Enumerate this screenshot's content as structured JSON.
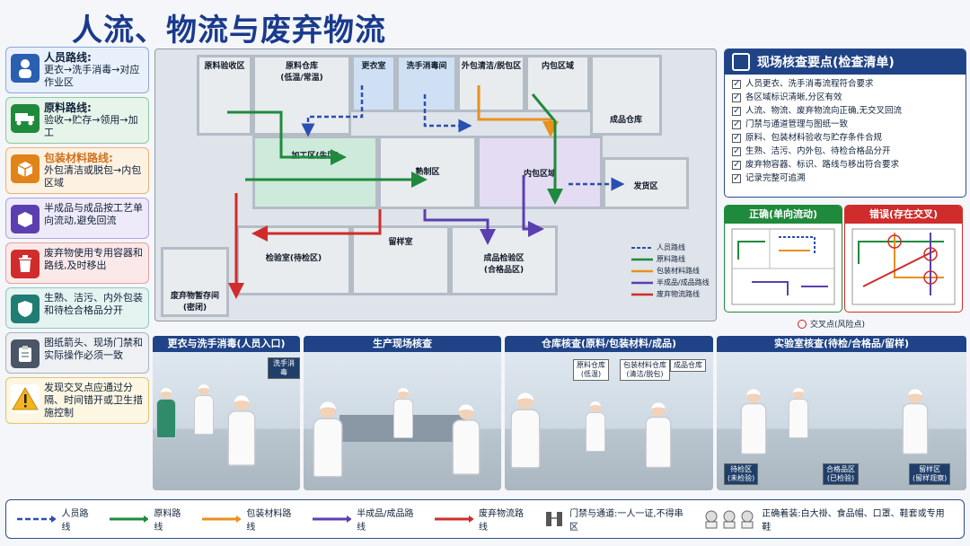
{
  "title": "人流、物流与废弃物流",
  "left_cards": [
    {
      "title": "人员路线:",
      "desc": "更衣→洗手消毒→对应作业区",
      "icon": "person-icon",
      "color": "#2b5fb0",
      "bg": "#e8f0fb"
    },
    {
      "title": "原料路线:",
      "desc": "验收→贮存→领用→加工",
      "icon": "truck-icon",
      "color": "#1f8a3c",
      "bg": "#e6f4ea"
    },
    {
      "title": "包装材料路线:",
      "desc": "外包清洁或脱包→内包区域",
      "icon": "box-icon",
      "color": "#e0841a",
      "bg": "#fdf1e2"
    },
    {
      "title": "",
      "desc": "半成品与成品按工艺单向流动,避免回流",
      "icon": "cube-icon",
      "color": "#5b3fb0",
      "bg": "#efeaf9"
    },
    {
      "title": "",
      "desc": "废弃物使用专用容器和路线,及时移出",
      "icon": "trash-icon",
      "color": "#d02c2c",
      "bg": "#fbe9e9"
    },
    {
      "title": "",
      "desc": "生熟、洁污、内外包装和待检合格品分开",
      "icon": "shield-icon",
      "color": "#1f7d74",
      "bg": "#e5f3f1"
    },
    {
      "title": "",
      "desc": "图纸箭头、现场门禁和实际操作必须一致",
      "icon": "clipboard-icon",
      "color": "#4a5566",
      "bg": "#eef0f3"
    },
    {
      "title": "",
      "desc": "发现交叉点应通过分隔、时间错开或卫生措施控制",
      "icon": "warning-icon",
      "color": "#d29a12",
      "bg": "#fdf6e2"
    }
  ],
  "plan": {
    "rooms": {
      "raw_receiving": "原料验收区",
      "raw_storage": "原料仓库\n(低温/常温)",
      "changing": "更衣室",
      "washing": "洗手消毒间",
      "outer_clean": "外包清洁/脱包区",
      "inner_pack_top": "内包区域",
      "finished_store": "成品仓库",
      "processing": "加工区(生区)",
      "cooked": "熟制区",
      "inner_pack": "内包区域",
      "shipping": "发货区",
      "inspection": "检验室(待检区)",
      "retention": "留样室",
      "qualified": "成品检验区\n(合格品区)",
      "waste_temp": "废弃物暂存间\n(密闭)"
    },
    "legend": [
      "人员路线",
      "原料路线",
      "包装材料路线",
      "半成品/成品路线",
      "废弃物流路线"
    ]
  },
  "checklist": {
    "title": "现场核查要点(检查清单)",
    "items": [
      "人员更衣、洗手消毒流程符合要求",
      "各区域标识清晰,分区有效",
      "人流、物流、废弃物流向正确,无交叉回流",
      "门禁与通道管理与图纸一致",
      "原料、包装材料验收与贮存条件合规",
      "生熟、洁污、内外包、待检合格品分开",
      "废弃物容器、标识、路线与移出符合要求",
      "记录完整可追溯"
    ]
  },
  "compare": {
    "correct": "正确(单向流动)",
    "wrong": "错误(存在交叉)",
    "cross_note": "交叉点(风险点)"
  },
  "photos": [
    {
      "title": "更衣与洗手消毒(人员入口)",
      "sign": "洗手消毒"
    },
    {
      "title": "生产现场核查"
    },
    {
      "title": "仓库核查(原料/包装材料/成品)",
      "tags": [
        "原料仓库\n(低温)",
        "包装材料仓库\n(清洁/脱包)",
        "成品仓库"
      ]
    },
    {
      "title": "实验室核查(待检/合格品/留样)",
      "tags": [
        "待检区\n(未检验)",
        "合格品区\n(已检验)",
        "留样区\n(留样观察)"
      ]
    }
  ],
  "bottom_legend": {
    "person": "人员路线",
    "raw": "原料路线",
    "pack": "包装材料路线",
    "semi": "半成品/成品路线",
    "waste": "废弃物流路线",
    "gate": "门禁与通道:一人一证,不得串区",
    "dress": "正确着装:白大褂、食品帽、口罩、鞋套或专用鞋"
  },
  "colors": {
    "person": "#2b4fb0",
    "raw": "#1f8a3c",
    "pack": "#e8911c",
    "semi": "#5b3fb0",
    "waste": "#d02c2c"
  }
}
